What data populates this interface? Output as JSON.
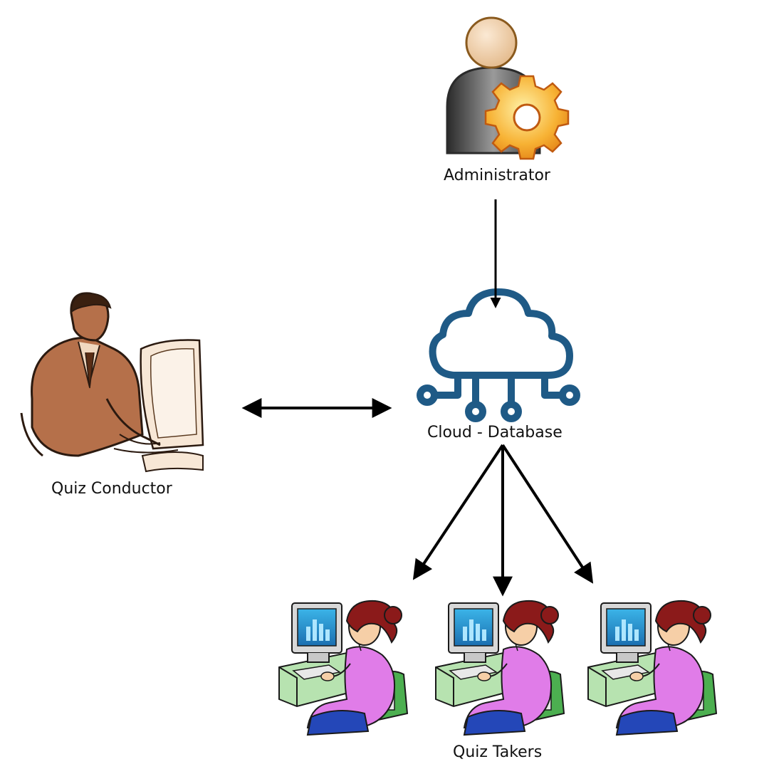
{
  "nodes": {
    "administrator": {
      "label": "Administrator",
      "icon": "admin-gear-person-icon"
    },
    "cloud_database": {
      "label": "Cloud - Database",
      "icon": "cloud-network-icon"
    },
    "quiz_conductor": {
      "label": "Quiz Conductor",
      "icon": "man-at-computer-icon"
    },
    "quiz_takers": {
      "label": "Quiz Takers",
      "icon": "woman-at-computer-icon",
      "count": 3
    }
  },
  "edges": [
    {
      "from": "administrator",
      "to": "cloud_database",
      "direction": "one-way"
    },
    {
      "from": "quiz_conductor",
      "to": "cloud_database",
      "direction": "two-way"
    },
    {
      "from": "cloud_database",
      "to": "quiz_takers",
      "direction": "one-way",
      "branches": 3
    }
  ],
  "colors": {
    "cloud": "#1f5a86",
    "gear": "#f5a623",
    "arrow": "#000000",
    "taker_shirt": "#e07ce8",
    "taker_hair": "#8b1a1a",
    "conductor_skin": "#b5704a"
  }
}
